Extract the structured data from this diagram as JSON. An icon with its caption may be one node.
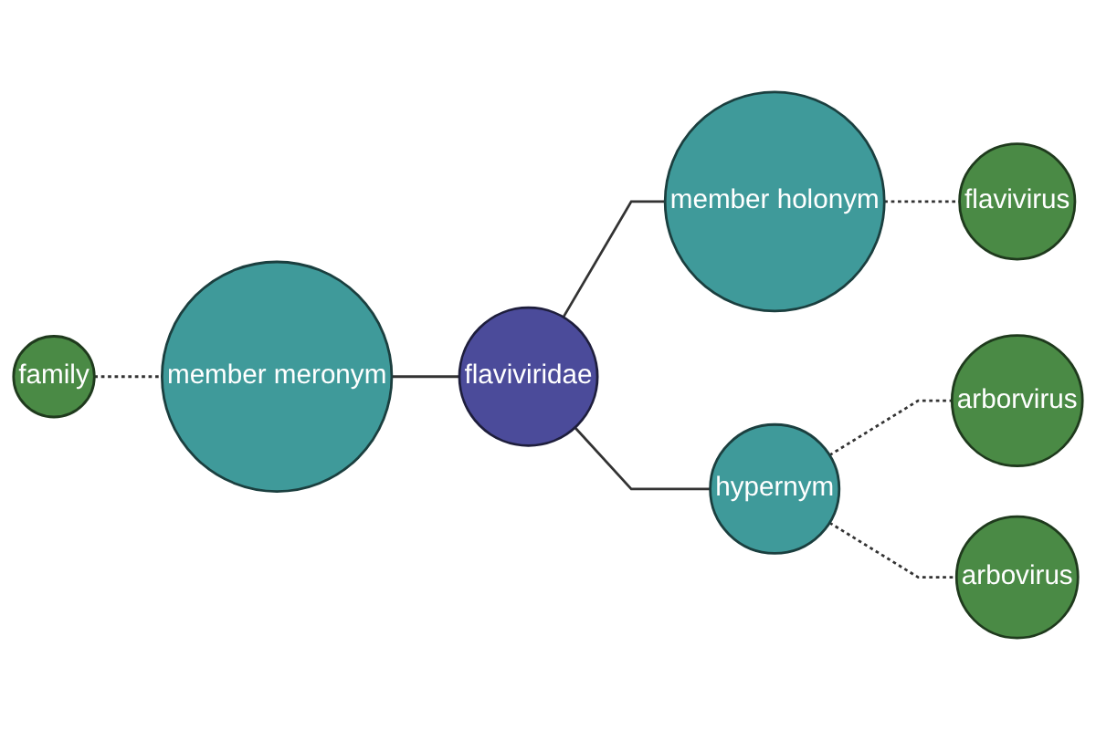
{
  "diagram": {
    "nodes": [
      {
        "text": [
          "flavivirus"
        ]
      },
      {
        "text": [
          "member holonym"
        ]
      },
      {
        "text": [
          "family"
        ]
      },
      {
        "text": [
          "member meronym"
        ]
      },
      {
        "text": [
          "flaviviridae"
        ]
      },
      {
        "text": [
          "hypernym"
        ]
      },
      {
        "text": [
          "arborvirus"
        ]
      },
      {
        "text": [
          "arbovirus"
        ]
      }
    ],
    "edges": [
      {
        "from": 4,
        "to": 1,
        "arrow": "none"
      },
      {
        "from": 1,
        "to": 0,
        "arrow": "none",
        "style": "dashed"
      },
      {
        "from": 3,
        "to": 4,
        "arrow": "none"
      },
      {
        "from": 2,
        "to": 3,
        "arrow": "none",
        "style": "dashed"
      },
      {
        "from": 4,
        "to": 5,
        "arrow": "none"
      },
      {
        "from": 5,
        "to": 6,
        "arrow": "none",
        "style": "dashed"
      },
      {
        "from": 5,
        "to": 7,
        "arrow": "none",
        "style": "dashed"
      }
    ]
  }
}
